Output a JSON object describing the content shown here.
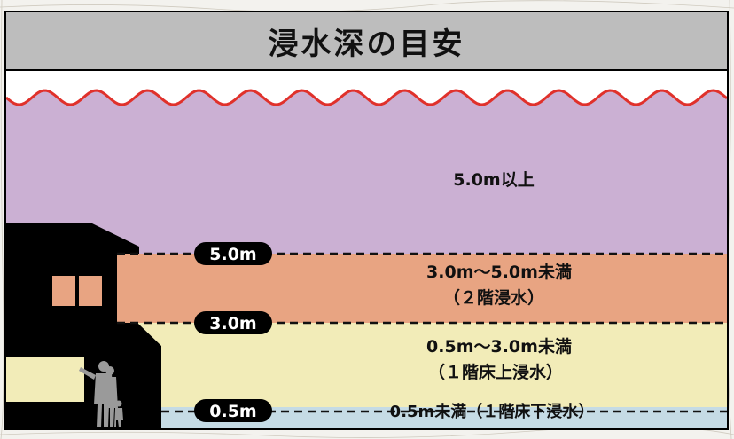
{
  "title": "浸水深の目安",
  "colors": {
    "band_over_5m": "#cbb0d3",
    "band_3_to_5m": "#e8a482",
    "band_05_to_3m": "#f2ecb8",
    "band_under_05m": "#c5dbe5",
    "water_surface_line": "#e0312b",
    "house": "#000000",
    "window": "#e8a482",
    "title_bar": "#bdbdbd"
  },
  "thresholds": [
    {
      "id": "5m",
      "label": "5.0m",
      "value_m": 5.0
    },
    {
      "id": "3m",
      "label": "3.0m",
      "value_m": 3.0
    },
    {
      "id": "05m",
      "label": "0.5m",
      "value_m": 0.5
    }
  ],
  "bands": [
    {
      "id": "over-5m",
      "lines": [
        "5.0m以上"
      ]
    },
    {
      "id": "3-to-5m",
      "lines": [
        "3.0m～5.0m未満",
        "（２階浸水）"
      ]
    },
    {
      "id": "05-to-3m",
      "lines": [
        "0.5m～3.0m未満",
        "（１階床上浸水）"
      ]
    },
    {
      "id": "under-05m",
      "lines": [
        "0.5m未満（１階床下浸水）"
      ]
    }
  ],
  "icons": {
    "house": "house-icon",
    "people": "people-silhouette-icon",
    "water": "water-surface-wave-icon"
  }
}
